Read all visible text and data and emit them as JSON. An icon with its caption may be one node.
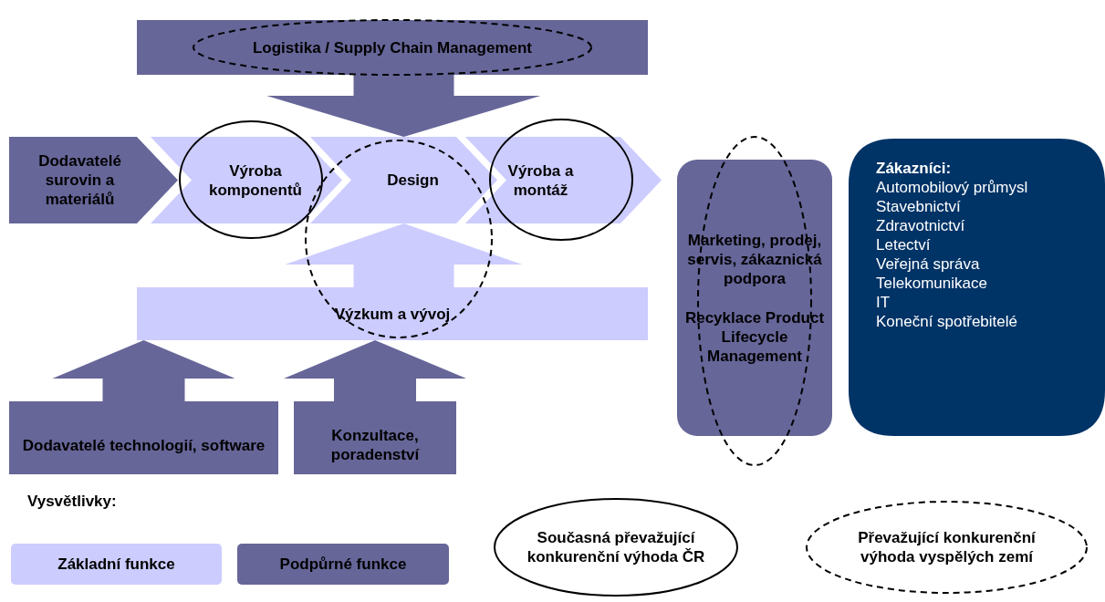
{
  "diagram": {
    "nodes": [
      {
        "text": [
          "Logistika / Supply Chain Management"
        ]
      },
      {
        "text": [
          "Dodavatelé surovin a materiálů"
        ]
      },
      {
        "text": [
          "Výroba komponentů"
        ]
      },
      {
        "text": [
          "Design"
        ]
      },
      {
        "text": [
          "Výroba a montáž"
        ]
      },
      {
        "text": [
          "Výzkum a vývoj"
        ]
      },
      {
        "text": [
          "Marketing, prodej, servis, zákaznická podpora",
          "Recyklace Product Lifecycle Management"
        ]
      },
      {
        "text": [
          "Zákazníci:",
          "Automobilový průmysl",
          "Stavebnictví",
          "Zdravotnictví",
          "Letectví",
          "Veřejná správa",
          "Telekomunikace",
          "IT",
          "Koneční spotřebitelé"
        ]
      },
      {
        "text": [
          "Dodavatelé technologií, software"
        ]
      },
      {
        "text": [
          "Konzultace, poradenství"
        ]
      }
    ],
    "edges": [
      {
        "from": 0,
        "to": 3,
        "arrow": "to"
      },
      {
        "from": 5,
        "to": 3,
        "arrow": "to",
        "color": "#ccccff"
      },
      {
        "from": 8,
        "to": 5,
        "arrow": "to"
      },
      {
        "from": 9,
        "to": 5,
        "arrow": "to"
      }
    ],
    "labels": [
      "Vysvětlivky:"
    ],
    "legend": [
      {
        "text": "Základní funkce",
        "color": "#ccccff"
      },
      {
        "text": "Podpůrné funkce",
        "color": "#666699"
      },
      {
        "text": "Současná převažující konkurenční výhoda ČR"
      },
      {
        "text": "Převažující konkurenční výhoda vyspělých zemí"
      }
    ]
  }
}
